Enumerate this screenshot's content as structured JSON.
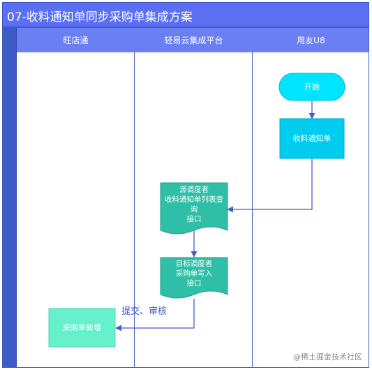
{
  "diagram": {
    "title": "07-收料通知单同步采购单集成方案",
    "lanes": [
      {
        "label": "旺店通"
      },
      {
        "label": "轻易云集成平台"
      },
      {
        "label": "用友U8"
      }
    ],
    "nodes": {
      "start": "开始",
      "receipt_notice": "收料通知单",
      "source_query": "源调度者\n收料通知单列表查\n询\n接口",
      "target_write": "目标调度者\n采购单写入\n接口",
      "purchase_new": "采购单新增"
    },
    "annotation": "提交、审核",
    "colors": {
      "header": "#5b6ff2",
      "lane_header": "#6a7ff4",
      "start": "#00e5ff",
      "process": "#00ccf0",
      "document": "#2fbfa6",
      "end": "#66f0cc",
      "connector": "#3f60c4"
    }
  },
  "watermark": "@稀土掘金技术社区"
}
